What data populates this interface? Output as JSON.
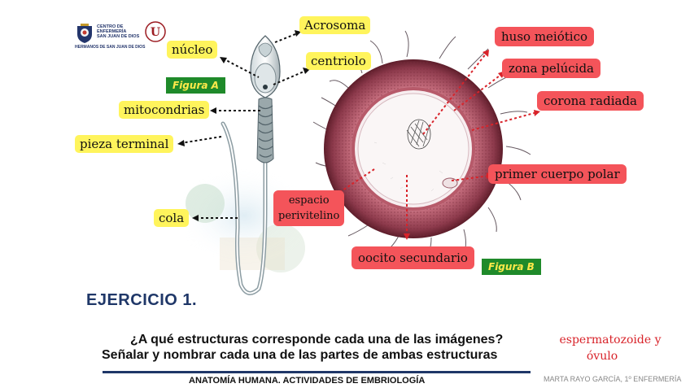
{
  "logo": {
    "center_line1": "CENTRO DE",
    "center_line2": "ENFERMERÍA",
    "center_line3": "SAN JUAN DE DIOS",
    "bottom": "HERMANOS DE SAN JUAN DE DIOS",
    "badge": "U"
  },
  "figure_a": {
    "tag": "Figura A",
    "labels": {
      "acrosoma": "Acrosoma",
      "nucleo": "núcleo",
      "centriolo": "centriolo",
      "mitocondrias": "mitocondrias",
      "pieza_terminal": "pieza terminal",
      "cola": "cola"
    }
  },
  "figure_b": {
    "tag": "Figura B",
    "labels": {
      "huso": "huso meiótico",
      "zona": "zona pelúcida",
      "corona": "corona radiada",
      "cuerpo_polar": "primer cuerpo polar",
      "espacio_line1": "espacio",
      "espacio_line2": "perivitelino",
      "oocito": "oocito secundario"
    }
  },
  "exercise": {
    "title": "EJERCICIO 1.",
    "question_line1": "¿A qué estructuras corresponde cada una de las imágenes?",
    "question_line2": "Señalar y nombrar cada una de las partes de ambas estructuras",
    "answer_line1": "espermatozoide y",
    "answer_line2": "óvulo"
  },
  "footer": {
    "subject": "ANATOMÍA HUMANA.  ACTIVIDADES DE EMBRIOLOGÍA",
    "author": "MARTA RAYO GARCÍA, 1º ENFERMERÍA"
  },
  "colors": {
    "yellow_label": "#fff45c",
    "red_label": "#f4545a",
    "figure_tag_bg": "#1f8a2a",
    "figure_tag_text": "#ffe94a",
    "title_blue": "#1f3768",
    "answer_red": "#d8232a",
    "rule_blue": "#1f3768"
  }
}
